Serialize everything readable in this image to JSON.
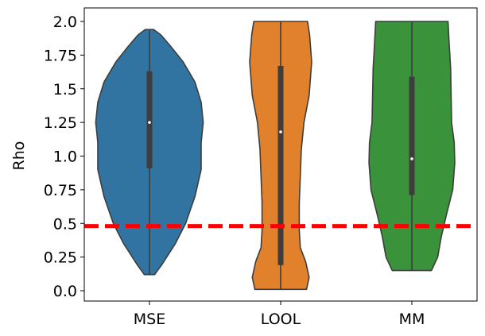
{
  "chart_data": {
    "type": "violin",
    "title": "",
    "xlabel": "",
    "ylabel": "Rho",
    "categories": [
      "MSE",
      "LOOL",
      "MM"
    ],
    "ylim": [
      -0.08,
      2.1
    ],
    "yticks": [
      "0.0",
      "0.25",
      "0.5",
      "0.75",
      "1.0",
      "1.25",
      "1.5",
      "1.75",
      "2.0"
    ],
    "ytick_values": [
      0.0,
      0.25,
      0.5,
      0.75,
      1.0,
      1.25,
      1.5,
      1.75,
      2.0
    ],
    "grid": false,
    "series": [
      {
        "category": "MSE",
        "color": "#3274a1",
        "min": 0.12,
        "max": 1.94,
        "q1": 0.91,
        "median": 1.25,
        "q3": 1.63,
        "profile": [
          [
            0.12,
            0.1
          ],
          [
            0.2,
            0.25
          ],
          [
            0.35,
            0.5
          ],
          [
            0.5,
            0.7
          ],
          [
            0.7,
            0.88
          ],
          [
            0.9,
            1.0
          ],
          [
            1.1,
            1.0
          ],
          [
            1.25,
            1.04
          ],
          [
            1.4,
            1.0
          ],
          [
            1.55,
            0.88
          ],
          [
            1.7,
            0.65
          ],
          [
            1.82,
            0.4
          ],
          [
            1.9,
            0.22
          ],
          [
            1.94,
            0.08
          ]
        ]
      },
      {
        "category": "LOOL",
        "color": "#e1812c",
        "min": 0.01,
        "max": 2.0,
        "q1": 0.19,
        "median": 1.18,
        "q3": 1.67,
        "profile": [
          [
            0.01,
            0.5
          ],
          [
            0.1,
            0.55
          ],
          [
            0.22,
            0.48
          ],
          [
            0.32,
            0.38
          ],
          [
            0.45,
            0.36
          ],
          [
            0.65,
            0.36
          ],
          [
            0.85,
            0.38
          ],
          [
            1.05,
            0.4
          ],
          [
            1.25,
            0.45
          ],
          [
            1.45,
            0.55
          ],
          [
            1.7,
            0.6
          ],
          [
            1.9,
            0.56
          ],
          [
            2.0,
            0.52
          ]
        ]
      },
      {
        "category": "MM",
        "color": "#3a923a",
        "min": 0.15,
        "max": 2.0,
        "q1": 0.71,
        "median": 0.98,
        "q3": 1.59,
        "profile": [
          [
            0.15,
            0.38
          ],
          [
            0.25,
            0.5
          ],
          [
            0.4,
            0.57
          ],
          [
            0.55,
            0.66
          ],
          [
            0.75,
            0.79
          ],
          [
            0.95,
            0.83
          ],
          [
            1.1,
            0.82
          ],
          [
            1.25,
            0.77
          ],
          [
            1.45,
            0.76
          ],
          [
            1.65,
            0.75
          ],
          [
            1.85,
            0.72
          ],
          [
            2.0,
            0.7
          ]
        ]
      }
    ],
    "reference_line": {
      "y": 0.48,
      "color": "#ff0000",
      "style": "dashed"
    }
  }
}
